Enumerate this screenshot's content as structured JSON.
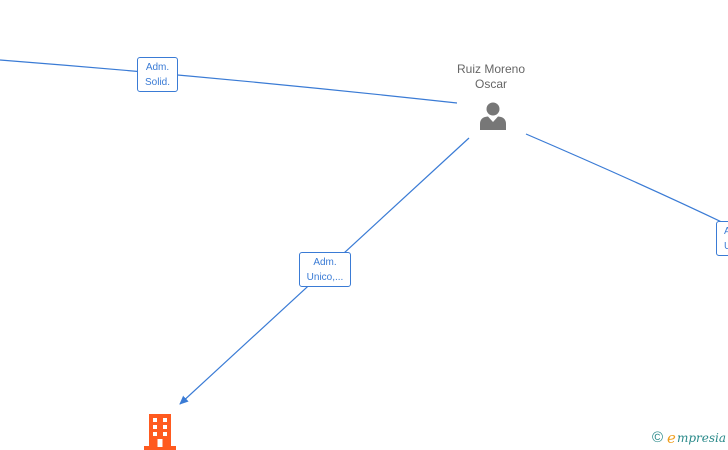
{
  "person": {
    "name_line1": "Ruiz Moreno",
    "name_line2": "Oscar",
    "icon": "person-icon"
  },
  "company": {
    "icon": "building-icon",
    "color": "#ff5a1f"
  },
  "edges": [
    {
      "line1": "Adm.",
      "line2": "Solid."
    },
    {
      "line1": "Adm.",
      "line2": "Unico,..."
    },
    {
      "line1": "A",
      "line2": "U"
    }
  ],
  "footer": {
    "copyright_symbol": "©",
    "brand_initial": "e",
    "brand_rest": "mpresia"
  },
  "colors": {
    "edge": "#3a7bd5",
    "person": "#777777",
    "company": "#ff5a1f",
    "brand_text": "#2a8a8a",
    "brand_accent": "#f0a020"
  }
}
